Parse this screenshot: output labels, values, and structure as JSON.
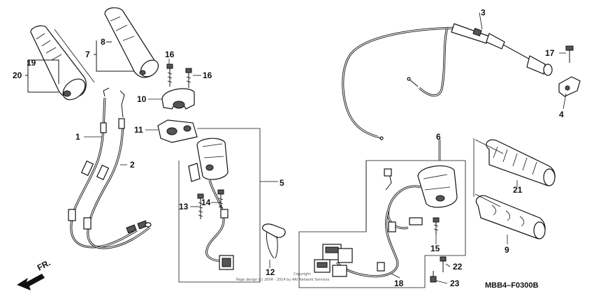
{
  "diagram": {
    "labels": {
      "p1": "1",
      "p2": "2",
      "p3": "3",
      "p4": "4",
      "p5": "5",
      "p6": "6",
      "p7": "7",
      "p8": "8",
      "p9": "9",
      "p10": "10",
      "p11": "11",
      "p12": "12",
      "p13": "13",
      "p14": "14",
      "p15": "15",
      "p16a": "16",
      "p16b": "16",
      "p17": "17",
      "p18": "18",
      "p19": "19",
      "p20": "20",
      "p21": "21",
      "p22": "22",
      "p23": "23"
    },
    "front_arrow": "FR.",
    "code": "MBB4–F0300B",
    "watermark_line1": "Copyright",
    "watermark_line2": "Page design (c) 2004 - 2014 by ARI Network Services"
  },
  "colors": {
    "ink": "#111111",
    "shade": "#555555",
    "paper": "#ffffff"
  }
}
